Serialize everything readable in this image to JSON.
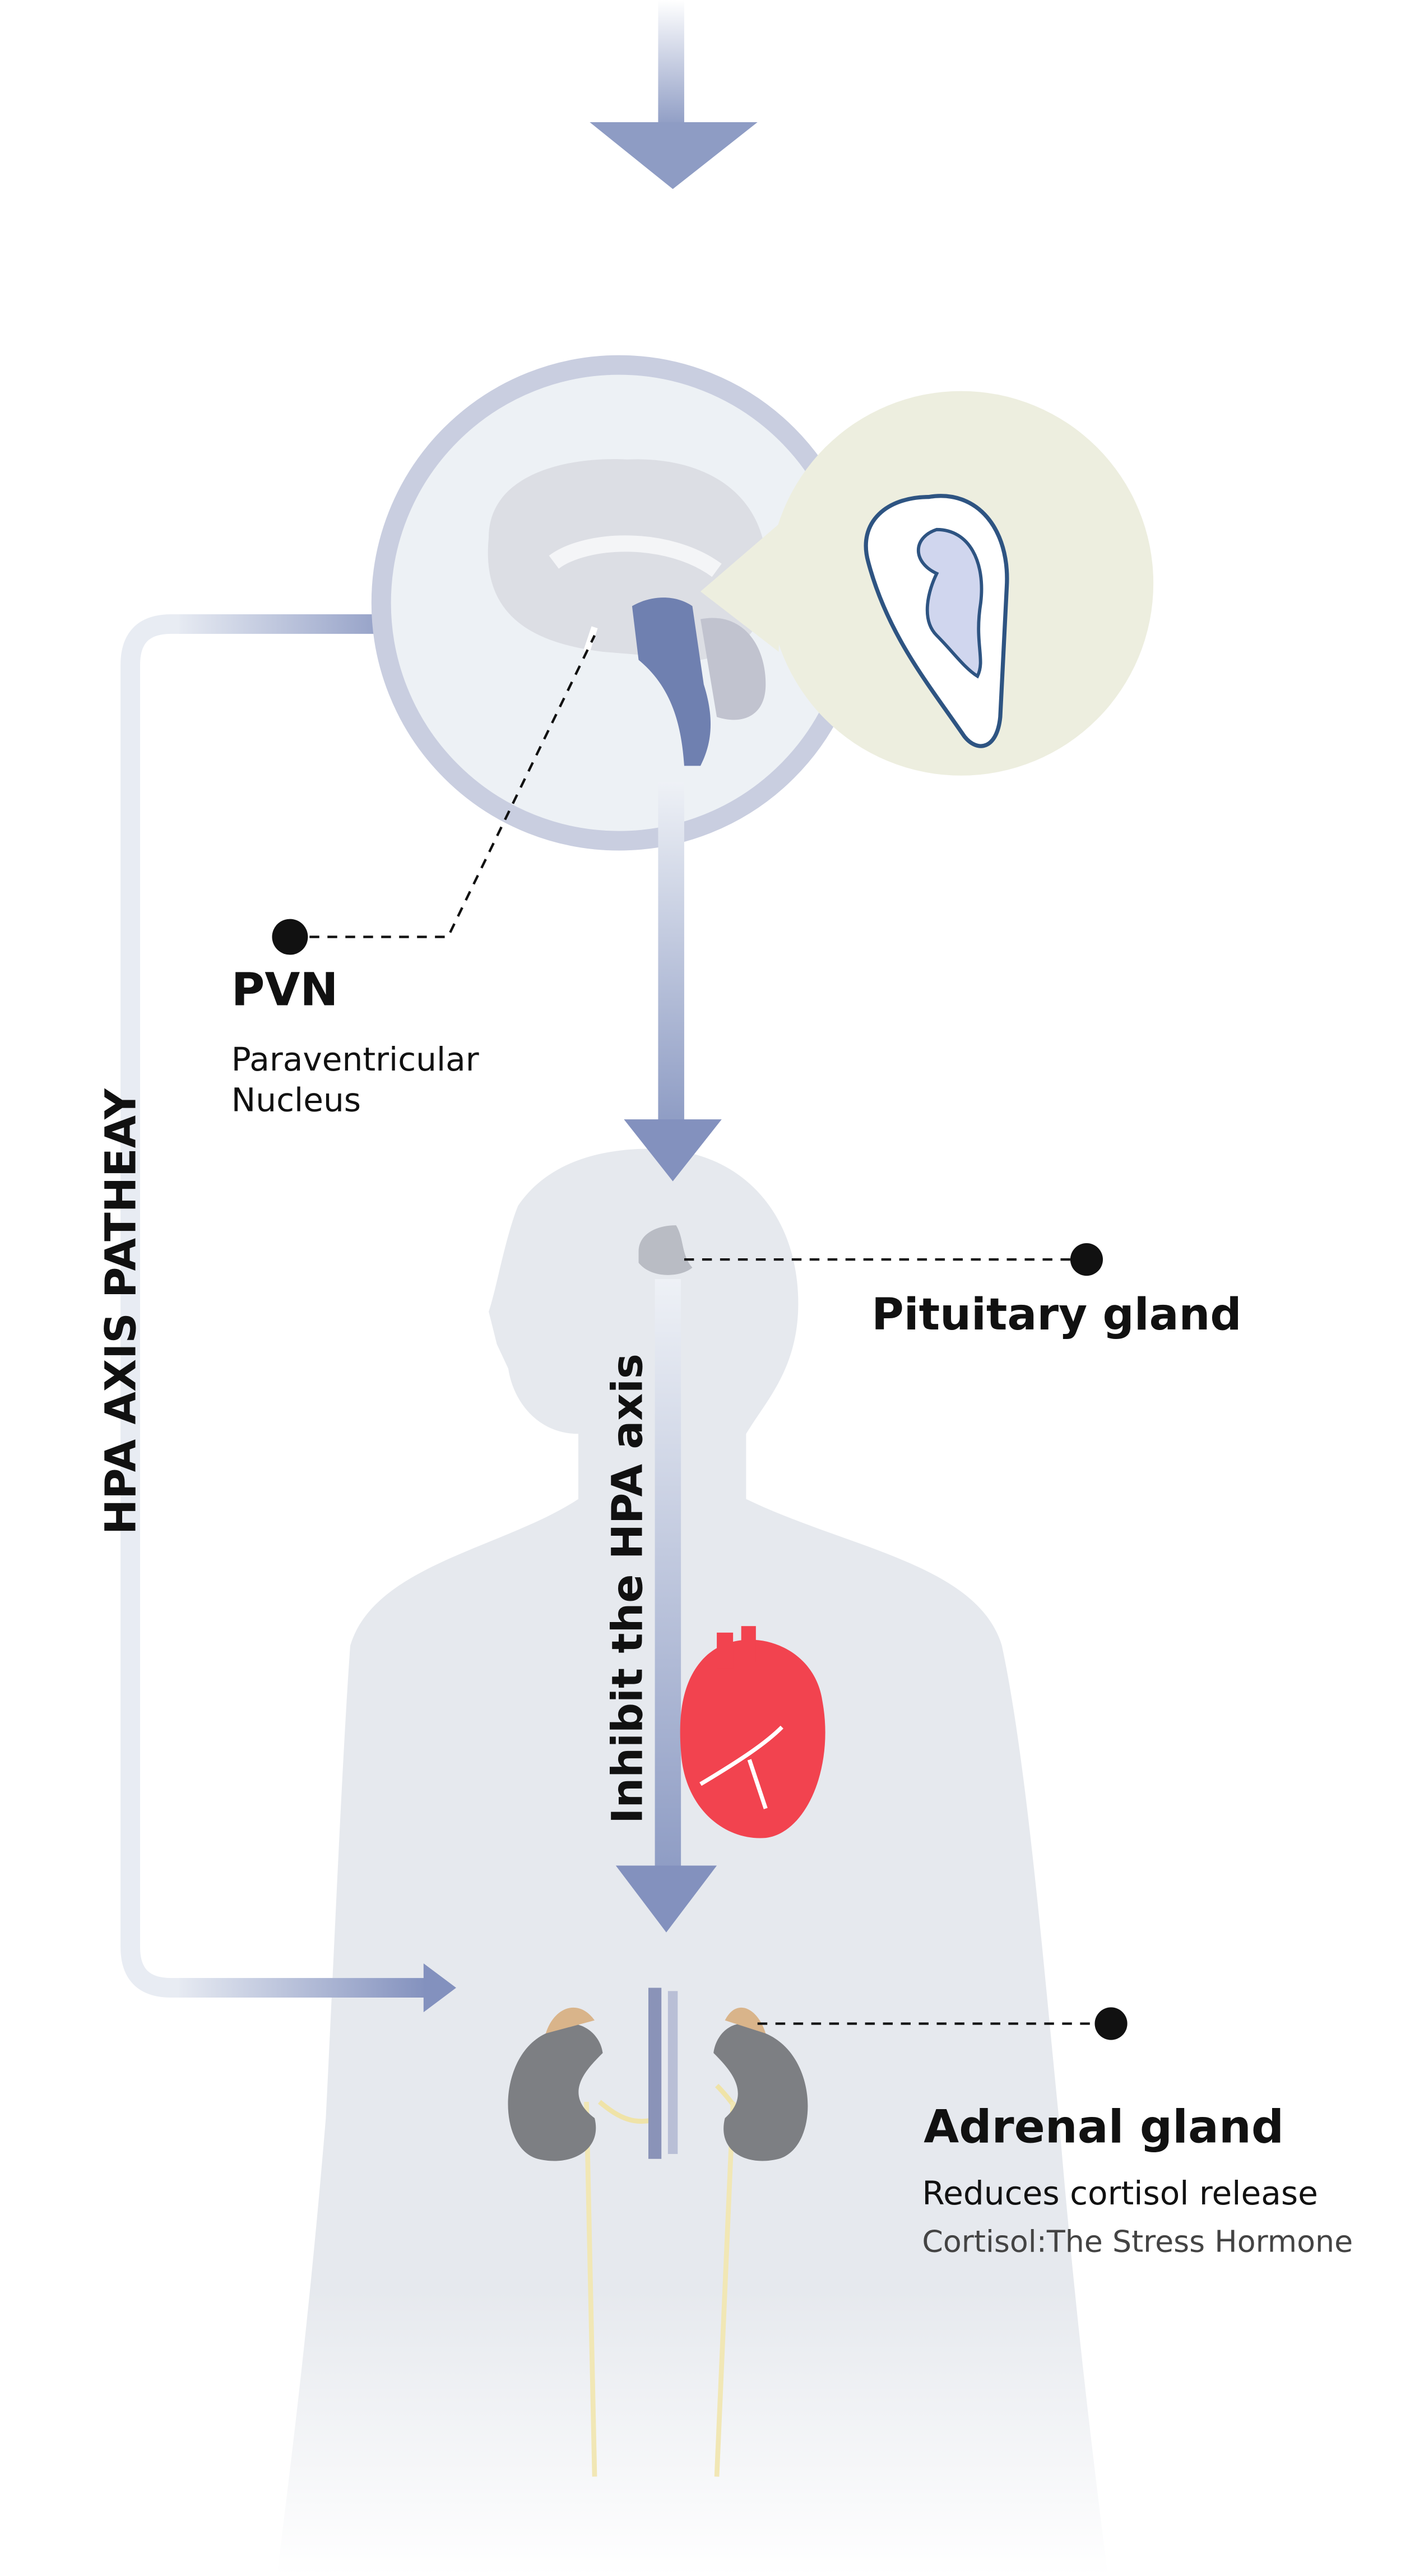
{
  "labels": {
    "pvn_title": "PVN",
    "pvn_line1": "Paraventricular",
    "pvn_line2": "Nucleus",
    "pituitary": "Pituitary gland",
    "adrenal_title": "Adrenal gland",
    "adrenal_sub": "Reduces cortisol release",
    "adrenal_note": "Cortisol:The Stress Hormone",
    "hpa_pathway": "HPA AXIS PATHEAY",
    "inhibit": "Inhibit the HPA axis"
  },
  "colors": {
    "arrow": "#8e9cc4",
    "circle_ring": "#c9cee0",
    "circle_fill": "#edf1f5",
    "ear_bg": "#edeedf",
    "body": "#e6e9ee",
    "heart": "#f2434f",
    "kidney": "#7d7f83",
    "adrenal": "#d9b48a"
  }
}
